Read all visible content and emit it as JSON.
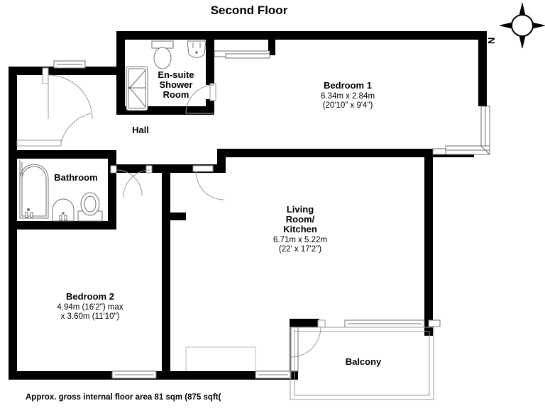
{
  "page": {
    "title": "Second Floor",
    "footer": "Approx. gross internal floor area 81 sqm (875 sqft(",
    "background": "#ffffff",
    "wall_color": "#000000",
    "line_color": "#888888"
  },
  "compass": {
    "label": "N",
    "name": "compass-rose"
  },
  "rooms": [
    {
      "key": "bedroom1",
      "name": "Bedroom 1",
      "dim_metric": "6.34m x 2.84m",
      "dim_imperial": "(20'10\" x 9'4\")"
    },
    {
      "key": "ensuite",
      "name_line1": "En-suite",
      "name_line2": "Shower",
      "name_line3": "Room"
    },
    {
      "key": "hall",
      "name": "Hall"
    },
    {
      "key": "bathroom",
      "name": "Bathroom"
    },
    {
      "key": "living",
      "name_line1": "Living",
      "name_line2": "Room/",
      "name_line3": "Kitchen",
      "dim_metric": "6.71m x 5.22m",
      "dim_imperial": "(22' x 17'2\")"
    },
    {
      "key": "bedroom2",
      "name": "Bedroom 2",
      "dim_metric": "4.94m (16'2\") max",
      "dim_imperial": "x 3.60m (11'10\")"
    },
    {
      "key": "balcony",
      "name": "Balcony"
    }
  ],
  "fixtures": {
    "ensuite_shower": "shower-tray",
    "ensuite_wc": "toilet",
    "ensuite_basin": "wash-basin",
    "bathroom_bath": "bathtub",
    "bathroom_basin": "wash-basin",
    "bathroom_wc": "toilet"
  }
}
